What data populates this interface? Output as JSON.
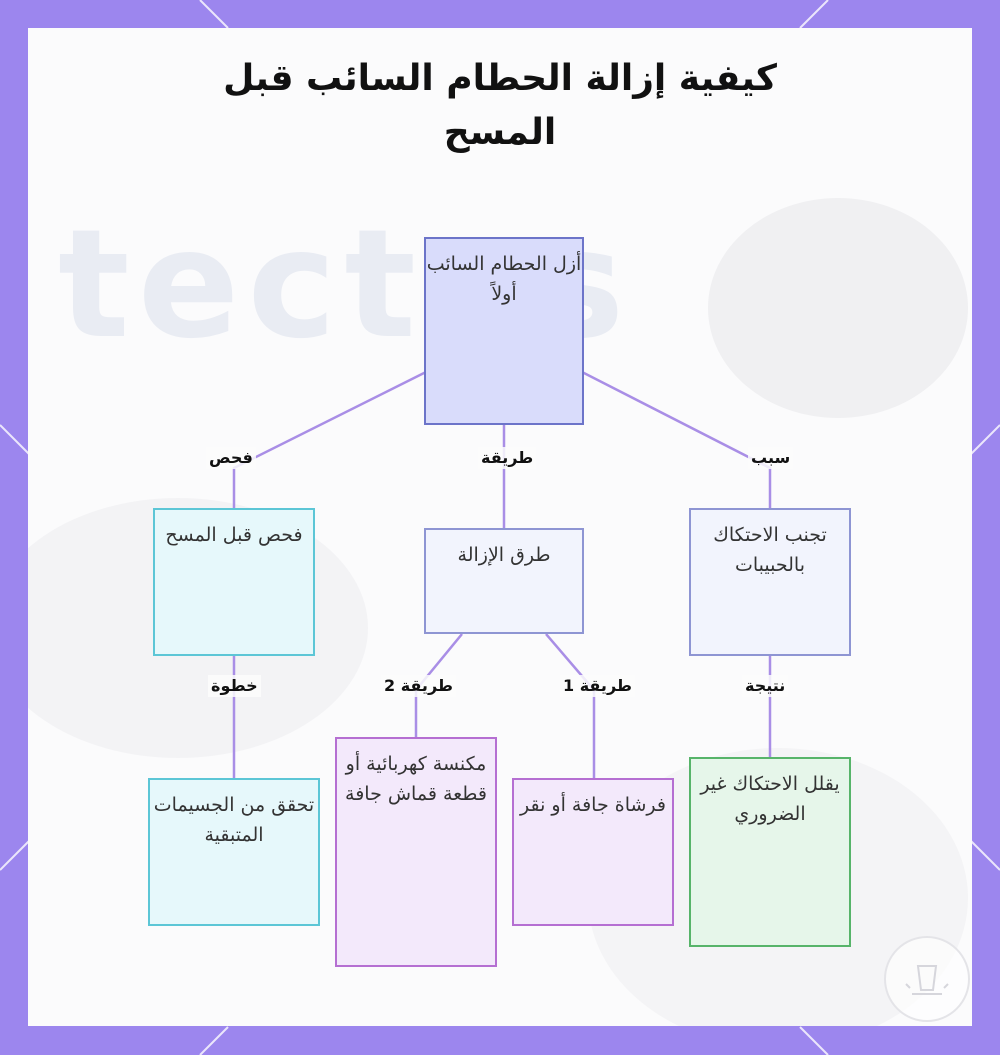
{
  "title": "كيفية إزالة الحطام السائب قبل المسح",
  "nodes": {
    "root": "أزل الحطام السائب أولاً",
    "inspect": "فحص قبل المسح",
    "methods": "طرق الإزالة",
    "avoid": "تجنب الاحتكاك بالحبيبات",
    "check": "تحقق من الجسيمات المتبقية",
    "vacuum": "مكنسة كهربائية أو قطعة قماش جافة",
    "brush": "فرشاة جافة أو نقر",
    "reduce": "يقلل الاحتكاك غير الضروري"
  },
  "edge_labels": {
    "inspect": "فحص",
    "method": "طريقة",
    "reason": "سبب",
    "step": "خطوة",
    "method2": "طريقة 2",
    "method1": "طريقة 1",
    "result": "نتيجة"
  },
  "colors": {
    "frame": "#9c86ee",
    "edge": "#a98ee6"
  }
}
